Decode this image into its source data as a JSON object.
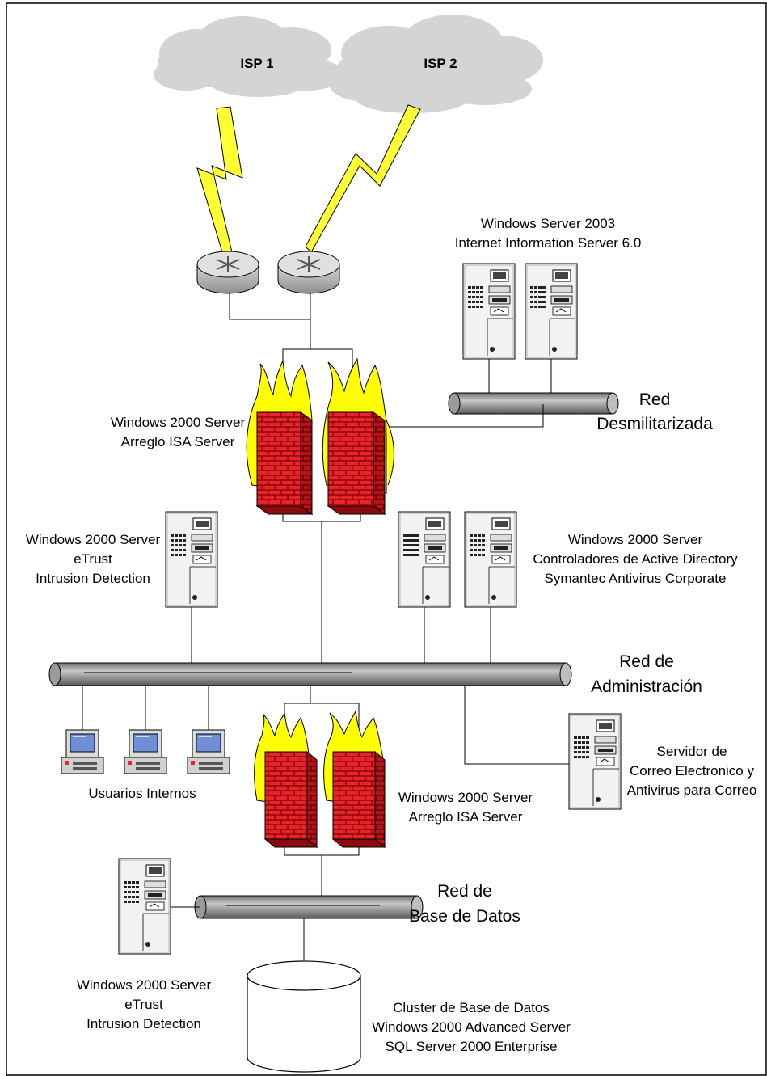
{
  "isp": [
    "ISP 1",
    "ISP 2"
  ],
  "dmz_servers_label": [
    "Windows Server 2003",
    "Internet Information Server 6.0"
  ],
  "dmz_network": [
    "Red",
    "Desmilitarizada"
  ],
  "isa_top_label": [
    "Windows 2000 Server",
    "Arreglo ISA Server"
  ],
  "ids_top_label": [
    "Windows 2000 Server",
    "eTrust",
    "Intrusion Detection"
  ],
  "ad_label": [
    "Windows 2000 Server",
    "Controladores de Active Directory",
    "Symantec Antivirus Corporate"
  ],
  "admin_network": [
    "Red de",
    "Administración"
  ],
  "users_label": "Usuarios Internos",
  "mail_label": [
    "Servidor de",
    "Correo Electronico y",
    "Antivirus para Correo"
  ],
  "isa_bottom_label": [
    "Windows 2000 Server",
    "Arreglo ISA Server"
  ],
  "db_network": [
    "Red de",
    "Base de Datos"
  ],
  "ids_bottom_label": [
    "Windows 2000 Server",
    "eTrust",
    "Intrusion Detection"
  ],
  "cluster_label": [
    "Cluster de Base de Datos",
    "Windows 2000 Advanced Server",
    "SQL Server 2000 Enterprise"
  ],
  "colors": {
    "cloud": "#d4d4d4",
    "lightning": "#ffff33",
    "brick": "#e8232a",
    "flame": "#ffff00",
    "router": "#b8b8b8",
    "bus": "#8c8c8c",
    "server": "#f2f2f2",
    "screen": "#6f8fd8"
  }
}
